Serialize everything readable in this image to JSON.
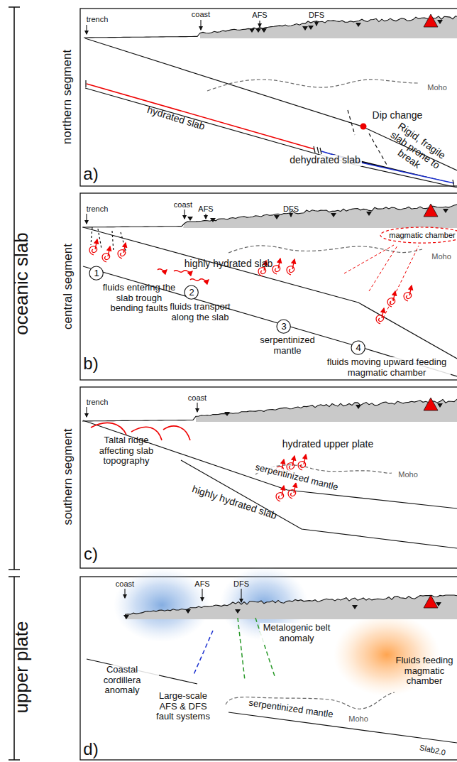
{
  "diagram": {
    "nodes": [
      {
        "text": [
          "magmatic chamber"
        ]
      },
      {
        "text": [
          "1"
        ]
      },
      {
        "text": [
          "2"
        ]
      },
      {
        "text": [
          "3"
        ]
      },
      {
        "text": [
          "4"
        ]
      }
    ],
    "labels": [
      "oceanic slab",
      "northern segment",
      "trench",
      "coast",
      "AFS",
      "DFS",
      "Moho",
      "Dip change",
      "hydrated slab",
      "dehydrated slab",
      "Rigid, fragile slab prone to break",
      "a)",
      "central segment",
      "trench",
      "coast",
      "AFS",
      "DFS",
      "Moho",
      "fluids entering the slab trough bending faults",
      "highly hydrated slab",
      "fluids transport along the slab",
      "serpentinized mantle",
      "fluids moving upward feeding magmatic chamber",
      "b)",
      "southern segment",
      "trench",
      "coast",
      "hydrated upper plate",
      "Moho",
      "Taltal ridge affecting slab topography",
      "highly hydrated slab",
      "serpentinized mantle",
      "c)",
      "upper plate",
      "coast",
      "AFS",
      "DFS",
      "Metalogenic belt anomaly",
      "Fluids feeding magmatic chamber",
      "Coastal cordillera anomaly",
      "Large-scale AFS & DFS fault systems",
      "serpentinized mantle",
      "Moho",
      "Slab2.0",
      "d)"
    ]
  }
}
